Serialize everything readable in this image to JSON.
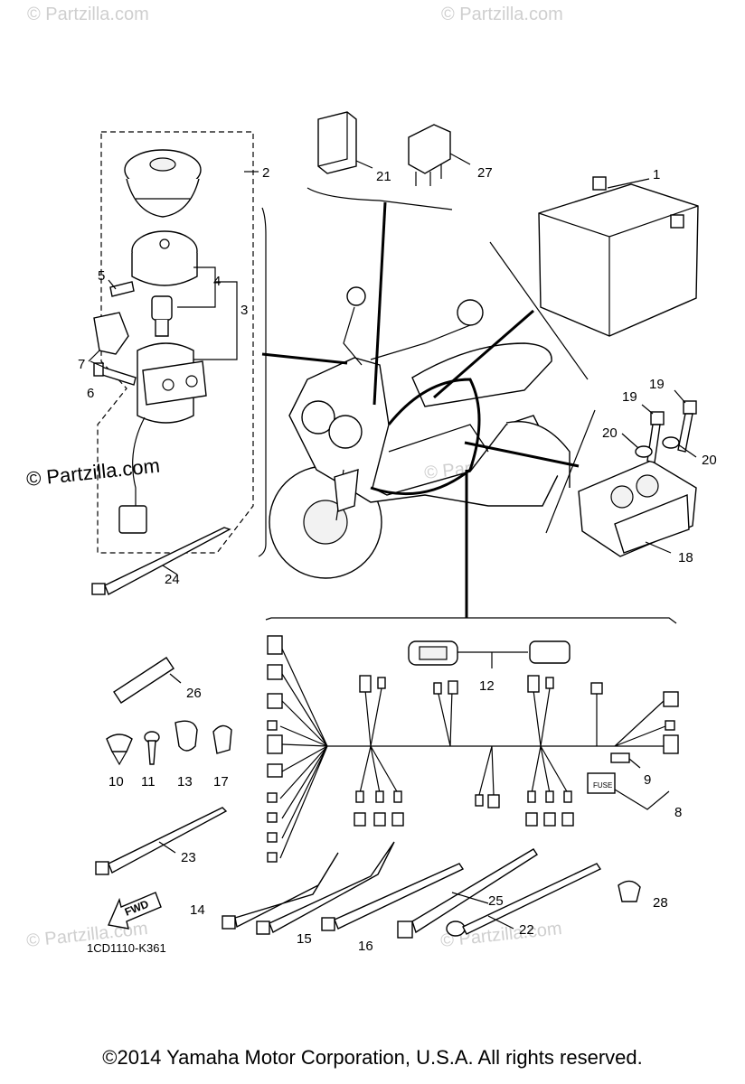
{
  "watermarks": {
    "top_left": "© Partzilla.com",
    "top_right": "© Partzilla.com",
    "middle_left": "© Partzilla.com",
    "middle_center": "© Partzilla.com",
    "bottom_left": "© Partzilla.com",
    "bottom_right": "© Partzilla.com"
  },
  "callouts": {
    "p1": "1",
    "p2": "2",
    "p3": "3",
    "p4": "4",
    "p5": "5",
    "p6": "6",
    "p7": "7",
    "p8": "8",
    "p9": "9",
    "p10": "10",
    "p11": "11",
    "p12": "12",
    "p13": "13",
    "p14": "14",
    "p15": "15",
    "p16": "16",
    "p17": "17",
    "p18": "18",
    "p19a": "19",
    "p19b": "19",
    "p20a": "20",
    "p20b": "20",
    "p21": "21",
    "p22": "22",
    "p23": "23",
    "p24": "24",
    "p25": "25",
    "p26": "26",
    "p27": "27",
    "p28": "28"
  },
  "direction_label": "FWD",
  "fuse_label": "FUSE",
  "diagram_code": "1CD1110-K361",
  "copyright": "©2014  Yamaha Motor Corporation, U.S.A. All rights reserved."
}
